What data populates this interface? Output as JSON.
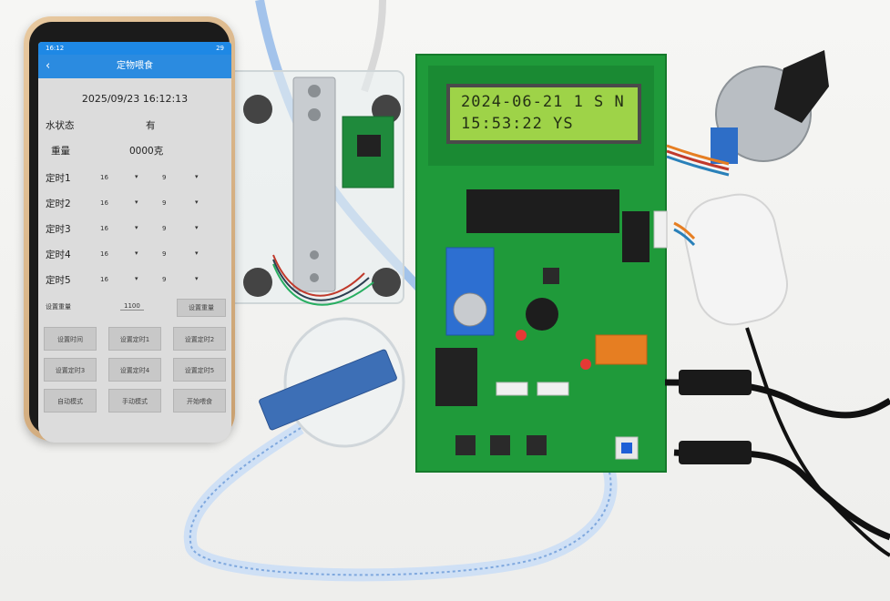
{
  "phone": {
    "status_time": "16:12",
    "status_right": "29",
    "app_title": "定物喂食",
    "datetime": "2025/09/23  16:12:13",
    "water_label": "水状态",
    "water_value": "有",
    "weight_label": "重量",
    "weight_value": "0000克",
    "timers": [
      {
        "label": "定时1",
        "hour": "16",
        "minute": "9"
      },
      {
        "label": "定时2",
        "hour": "16",
        "minute": "9"
      },
      {
        "label": "定时3",
        "hour": "16",
        "minute": "9"
      },
      {
        "label": "定时4",
        "hour": "16",
        "minute": "9"
      },
      {
        "label": "定时5",
        "hour": "16",
        "minute": "9"
      }
    ],
    "set_weight_label": "设置重量",
    "set_weight_value": "1100",
    "set_weight_button": "设置重量",
    "buttons": [
      "设置时间",
      "设置定时1",
      "设置定时2",
      "设置定时3",
      "设置定时4",
      "设置定时5",
      "自动模式",
      "手动模式",
      "开始喂食"
    ]
  },
  "lcd": {
    "line1": "2024-06-21 1 S N",
    "line2": "15:53:22 YS"
  },
  "colors": {
    "pcb": "#1f9a3a",
    "lcd": "#9ed348",
    "appbar": "#2b8be0"
  }
}
